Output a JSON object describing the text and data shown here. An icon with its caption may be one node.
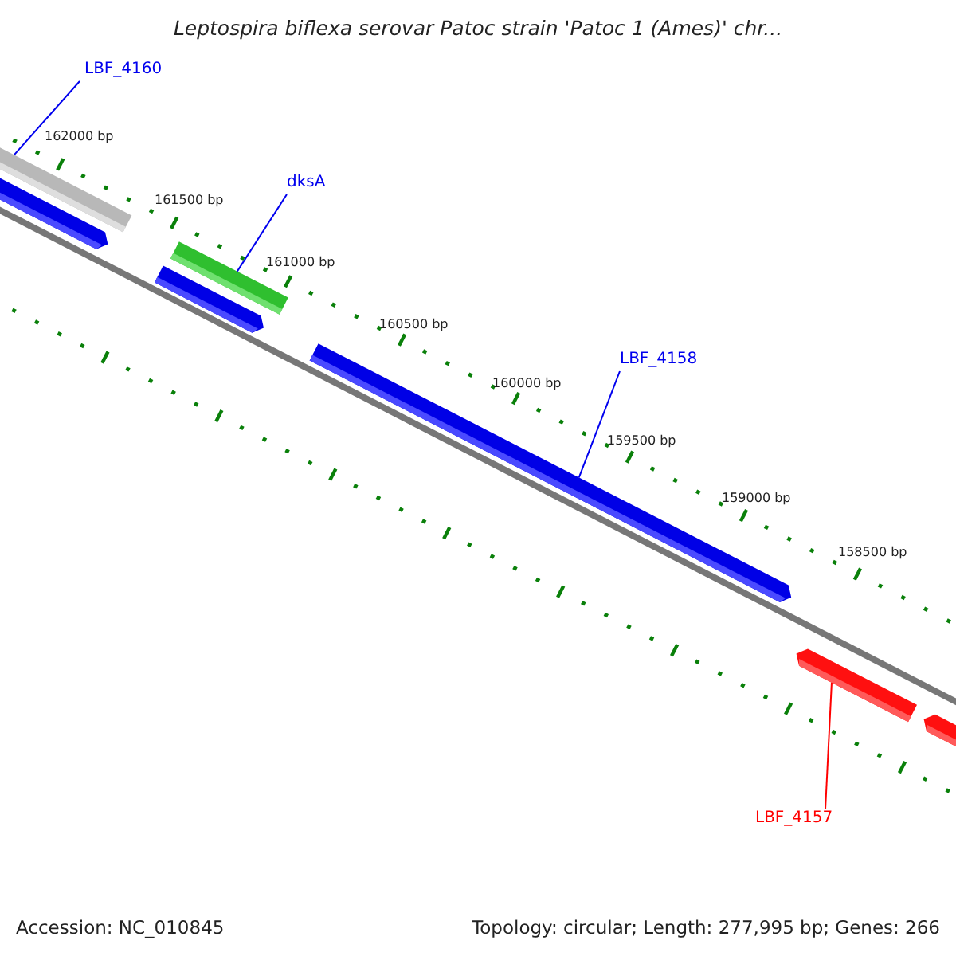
{
  "diagram": {
    "title": "Leptospira biflexa serovar Patoc strain 'Patoc 1 (Ames)' chr...",
    "nodes": [
      {
        "text": [
          "LBF_4160"
        ]
      },
      {
        "text": [],
        "shape": "bar"
      },
      {
        "text": [
          "dksA"
        ]
      },
      {
        "text": [],
        "shape": "bar"
      },
      {
        "text": [
          "LBF_4158"
        ]
      },
      {
        "text": [],
        "shape": "bar"
      },
      {
        "text": [
          "LBF_4157"
        ]
      },
      {
        "text": [],
        "shape": "bar"
      }
    ],
    "edges": [
      {
        "from": 0,
        "to": 1,
        "arrow": "none"
      },
      {
        "from": 2,
        "to": 3,
        "arrow": "none"
      },
      {
        "from": 4,
        "to": 5,
        "arrow": "none"
      },
      {
        "from": 6,
        "to": 7,
        "arrow": "none",
        "color": "#ff0000"
      }
    ],
    "labels": [
      "162000 bp",
      "161500 bp",
      "161000 bp",
      "160500 bp",
      "160000 bp",
      "159500 bp",
      "159000 bp",
      "158500 bp",
      "Accession: NC_010845",
      "Topology: circular; Length: 277,995 bp; Genes: 266"
    ]
  }
}
